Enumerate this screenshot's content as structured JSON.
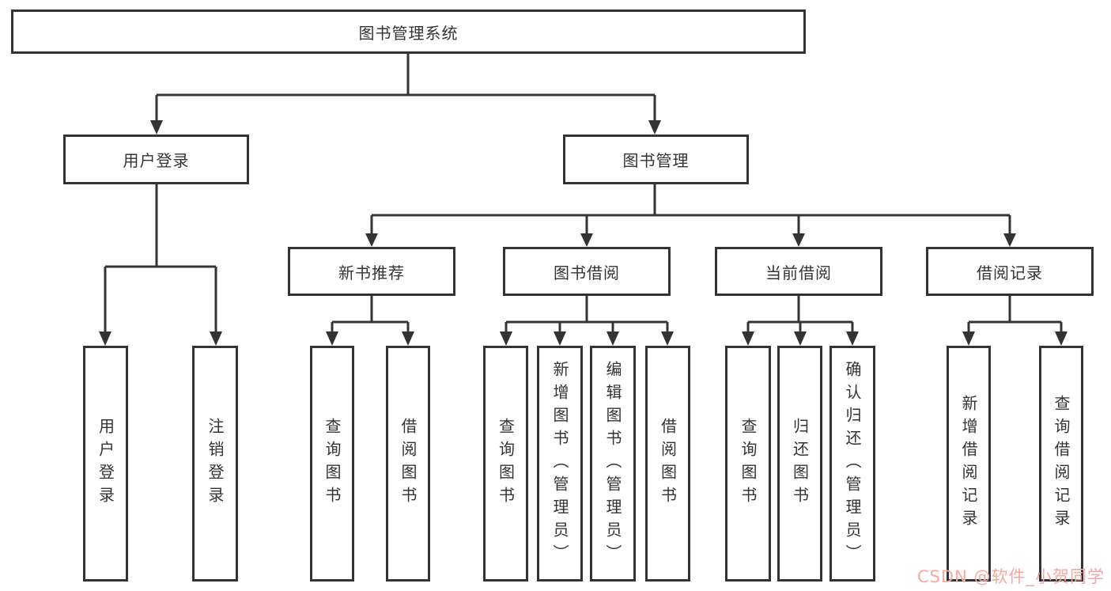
{
  "tree": {
    "root": "图书管理系统",
    "children": [
      {
        "label": "用户登录",
        "children": [
          {
            "label": "用户登录"
          },
          {
            "label": "注销登录"
          }
        ]
      },
      {
        "label": "图书管理",
        "children": [
          {
            "label": "新书推荐",
            "children": [
              {
                "label": "查询图书"
              },
              {
                "label": "借阅图书"
              }
            ]
          },
          {
            "label": "图书借阅",
            "children": [
              {
                "label": "查询图书"
              },
              {
                "label": "新增图书（管理员）"
              },
              {
                "label": "编辑图书（管理员）"
              },
              {
                "label": "借阅图书"
              }
            ]
          },
          {
            "label": "当前借阅",
            "children": [
              {
                "label": "查询图书"
              },
              {
                "label": "归还图书"
              },
              {
                "label": "确认归还（管理员）"
              }
            ]
          },
          {
            "label": "借阅记录",
            "children": [
              {
                "label": "新增借阅记录"
              },
              {
                "label": "查询借阅记录"
              }
            ]
          }
        ]
      }
    ]
  },
  "watermark": {
    "text": "CSDN @软件_小贺同学",
    "color": "#f5a9a0"
  },
  "colors": {
    "line": "#333333",
    "box_border": "#333333",
    "box_fill": "#ffffff",
    "background": "#ffffff",
    "text": "#333333"
  }
}
